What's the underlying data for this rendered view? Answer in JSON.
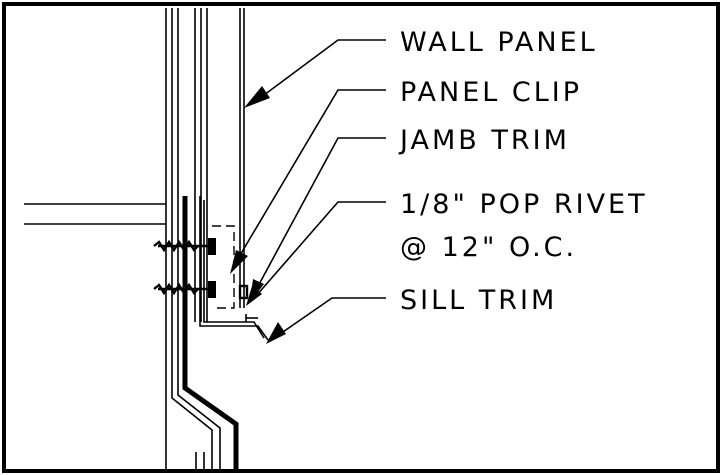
{
  "diagram": {
    "labels": {
      "wall_panel": "WALL PANEL",
      "panel_clip": "PANEL CLIP",
      "jamb_trim": "JAMB TRIM",
      "pop_rivet_line1": "1/8\" POP RIVET",
      "pop_rivet_line2": "@ 12\" O.C.",
      "sill_trim": "SILL TRIM"
    }
  }
}
